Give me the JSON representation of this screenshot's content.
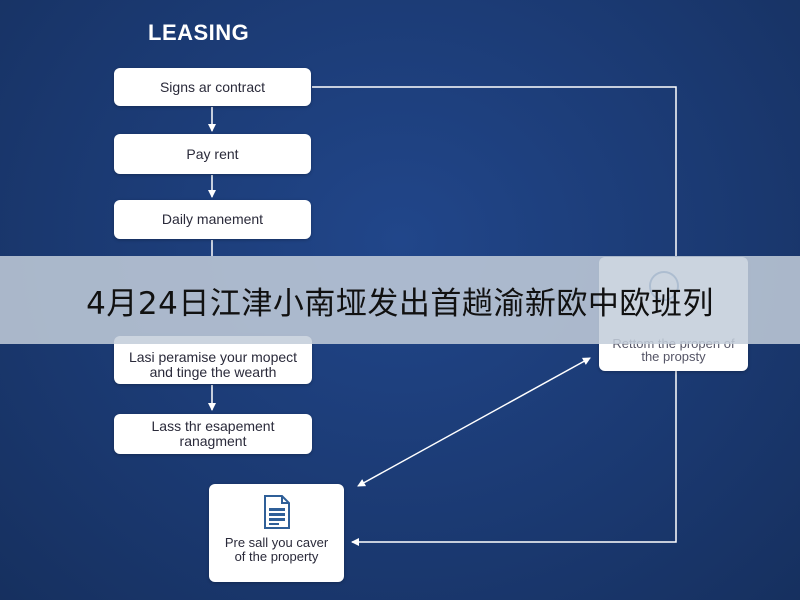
{
  "title": "LEASING",
  "steps": [
    {
      "label": "Signs ar contract"
    },
    {
      "label": "Pay rent"
    },
    {
      "label": "Daily manement"
    },
    {
      "label": "Lasi peramise your mopect and tinge the wearth"
    },
    {
      "label": "Lass thr esapement ranagment"
    }
  ],
  "side_box": {
    "label": "Rettom the propen of the propsty"
  },
  "doc_box": {
    "label": "Pre sall you caver of the property"
  },
  "banner": {
    "text": "4月24日江津小南垭发出首趟渝新欧中欧班列"
  },
  "colors": {
    "background": "#1b3a73",
    "box": "#ffffff",
    "line": "#ffffff",
    "icon": "#2f5f98"
  }
}
